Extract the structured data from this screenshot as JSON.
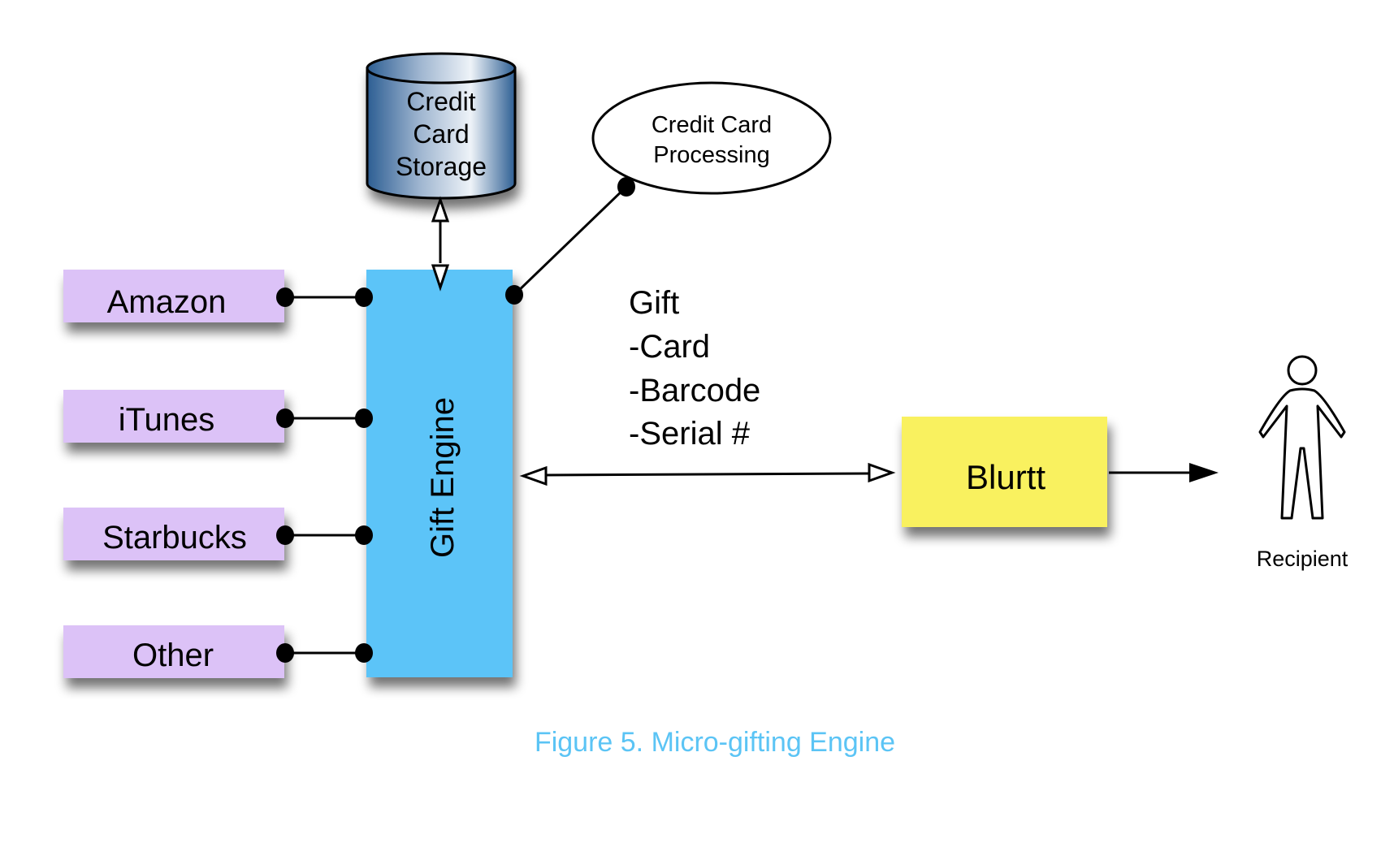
{
  "figure": {
    "caption": "Figure 5. Micro-gifting Engine"
  },
  "colors": {
    "source_fill": "#dcc2f7",
    "engine_fill": "#5bc4f8",
    "blurtt_fill": "#f9f15f",
    "caption": "#5bc4f5",
    "storage_dark": "#2d5e93",
    "storage_light": "#eef3f8"
  },
  "sources": [
    {
      "label": "Amazon"
    },
    {
      "label": "iTunes"
    },
    {
      "label": "Starbucks"
    },
    {
      "label": "Other"
    }
  ],
  "engine": {
    "label": "Gift Engine"
  },
  "storage": {
    "lines": [
      "Credit",
      "Card",
      "Storage"
    ],
    "icon": "database-cylinder-icon"
  },
  "processing": {
    "lines": [
      "Credit Card",
      "Processing"
    ]
  },
  "gift_note": {
    "lines": [
      "Gift",
      "-Card",
      "-Barcode",
      "-Serial #"
    ]
  },
  "blurtt": {
    "label": "Blurtt"
  },
  "recipient": {
    "label": "Recipient",
    "icon": "person-icon"
  },
  "connections": [
    {
      "from": "Amazon",
      "to": "Gift Engine",
      "type": "dot-dot"
    },
    {
      "from": "iTunes",
      "to": "Gift Engine",
      "type": "dot-dot"
    },
    {
      "from": "Starbucks",
      "to": "Gift Engine",
      "type": "dot-dot"
    },
    {
      "from": "Other",
      "to": "Gift Engine",
      "type": "dot-dot"
    },
    {
      "from": "Credit Card Storage",
      "to": "Gift Engine",
      "type": "bidirectional-open-arrow"
    },
    {
      "from": "Gift Engine",
      "to": "Credit Card Processing",
      "type": "dot-dot"
    },
    {
      "from": "Gift Engine",
      "to": "Blurtt",
      "type": "bidirectional-open-arrow"
    },
    {
      "from": "Blurtt",
      "to": "Recipient",
      "type": "filled-arrow"
    }
  ]
}
